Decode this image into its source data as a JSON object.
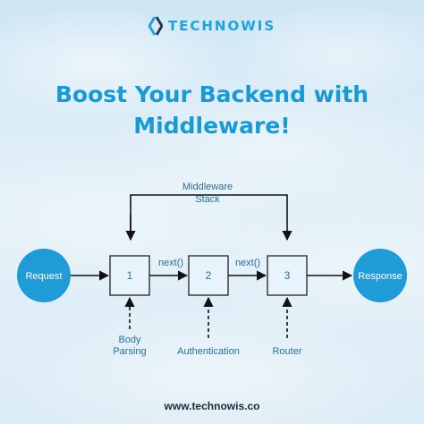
{
  "brand": {
    "name": "TECHNOWIS",
    "logo_icon": "bracket-logo-icon",
    "color": "#1fa3d8"
  },
  "headline": {
    "line1": "Boost Your Backend with",
    "line2": "Middleware!",
    "color": "#1a9ad2"
  },
  "diagram": {
    "stack_label_line1": "Middleware",
    "stack_label_line2": "Stack",
    "request_label": "Request",
    "response_label": "Response",
    "boxes": [
      {
        "number": "1",
        "caption_line1": "Body",
        "caption_line2": "Parsing"
      },
      {
        "number": "2",
        "caption_line1": "Authentication",
        "caption_line2": ""
      },
      {
        "number": "3",
        "caption_line1": "Router",
        "caption_line2": ""
      }
    ],
    "next_labels": [
      "next()",
      "next()"
    ],
    "node_color": "#1f9bd7",
    "box_fill": "#e8f4fb",
    "text_color": "#2a6f97"
  },
  "footer": {
    "url": "www.technowis.co"
  }
}
